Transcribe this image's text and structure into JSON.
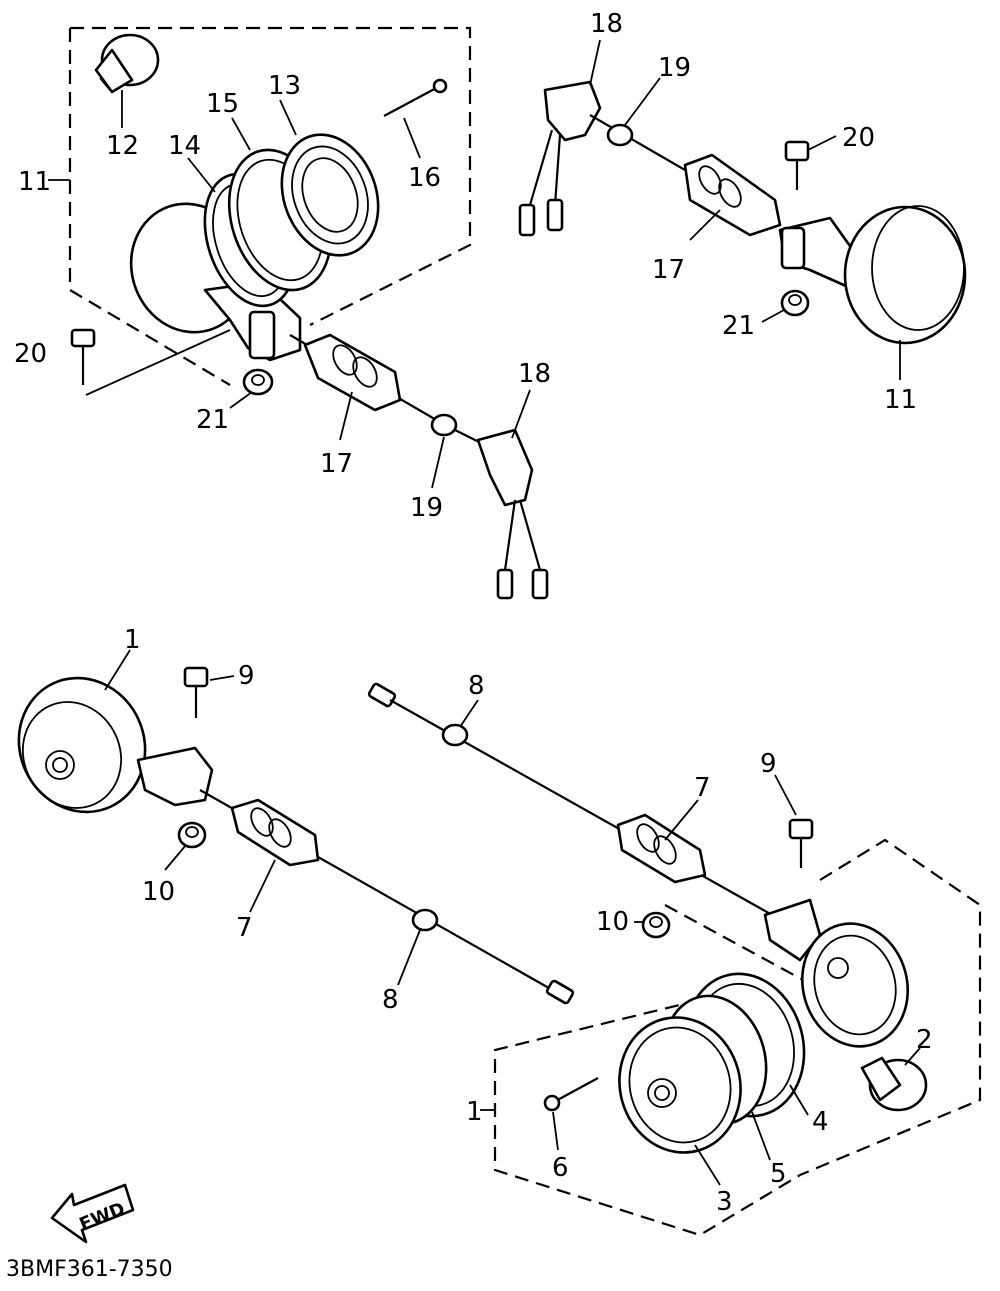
{
  "diagram": {
    "code": "3BMF361-7350",
    "fwd_label": "FWD",
    "callouts": {
      "c11_top": "11",
      "c12": "12",
      "c13": "13",
      "c14": "14",
      "c15": "15",
      "c16": "16",
      "c20_left": "20",
      "c21_left": "21",
      "c17_left": "17",
      "c18_mid": "18",
      "c19_mid": "19",
      "c18_top": "18",
      "c19_top": "19",
      "c20_right": "20",
      "c17_right": "17",
      "c21_right": "21",
      "c11_right": "11",
      "c1_top": "1",
      "c9_left": "9",
      "c10_left": "10",
      "c7_left": "7",
      "c8_left": "8",
      "c8_top": "8",
      "c7_right": "7",
      "c9_right": "9",
      "c10_right": "10",
      "c2": "2",
      "c4": "4",
      "c5": "5",
      "c3": "3",
      "c6": "6",
      "c1_bottom": "1"
    }
  }
}
